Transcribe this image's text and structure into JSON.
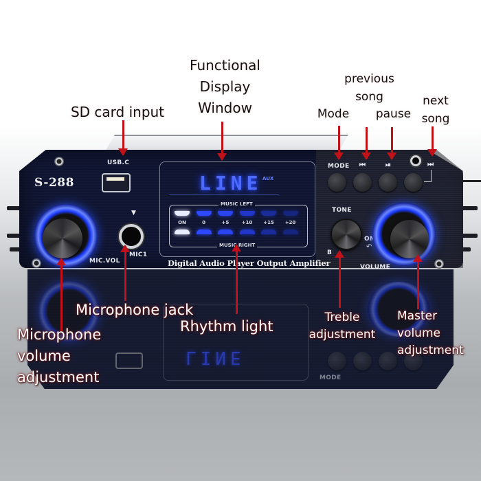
{
  "device": {
    "model": "S-288",
    "usb_label": "USB.C",
    "mic_jack_label": "MIC1",
    "mic_vol_label": "MIC.VOL",
    "tagline": "Digital Audio Player Output Amplifier",
    "display": {
      "lcd_text": "LINE",
      "lcd_badge": "AUX",
      "vu_top_label": "MUSIC LEFT",
      "vu_bottom_label": "MUSIC RIGHT",
      "vu_levels": [
        "ON",
        "0",
        "+5",
        "+10",
        "+15",
        "+20"
      ],
      "vu_colors": [
        "#e8ecff",
        "#2d48ff",
        "#2a44f0",
        "#2036c8",
        "#1a2c9c",
        "#16257e"
      ]
    },
    "controls": {
      "mode_label": "MODE",
      "prev_icon": "⏮",
      "play_pause_icon": "⏯",
      "next_icon": "⏭",
      "tone_label": "TONE",
      "tone_b_label": "B",
      "on_label": "ON",
      "volume_label": "VOLUME"
    },
    "accent_blue": "#2d48ff"
  },
  "annotations": {
    "functional_display": [
      "Functional",
      "Display",
      "Window"
    ],
    "sd_card": "SD card input",
    "mode": "Mode",
    "previous_song": [
      "previous",
      "song"
    ],
    "pause": "pause",
    "next_song": [
      "next",
      "song"
    ],
    "microphone_jack": "Microphone jack",
    "rhythm_light": "Rhythm light",
    "microphone_volume": [
      "Microphone",
      "volume",
      "adjustment"
    ],
    "treble": [
      "Treble",
      "adjustment"
    ],
    "master_volume": [
      "Master",
      "volume",
      "adjustment"
    ],
    "arrow_color": "#c1121a"
  }
}
